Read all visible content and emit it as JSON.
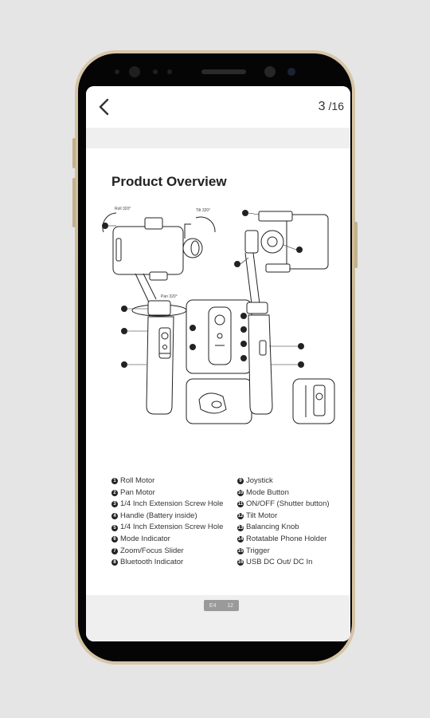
{
  "viewer": {
    "current_page": "3",
    "total_pages": "/16"
  },
  "document": {
    "title": "Product Overview",
    "diagram_labels": {
      "roll": "Roll 320°",
      "tilt": "Tilt 320°",
      "pan": "Pan 320°"
    },
    "legend_left": [
      {
        "num": "1",
        "label": "Roll Motor"
      },
      {
        "num": "2",
        "label": "Pan Motor"
      },
      {
        "num": "3",
        "label": "1/4 Inch Extension Screw Hole"
      },
      {
        "num": "4",
        "label": "Handle (Battery inside)"
      },
      {
        "num": "5",
        "label": "1/4 Inch Extension Screw Hole"
      },
      {
        "num": "6",
        "label": "Mode Indicator"
      },
      {
        "num": "7",
        "label": "Zoom/Focus Slider"
      },
      {
        "num": "8",
        "label": "Bluetooth Indicator"
      }
    ],
    "legend_right": [
      {
        "num": "9",
        "label": "Joystick"
      },
      {
        "num": "10",
        "label": "Mode Button"
      },
      {
        "num": "11",
        "label": "ON/OFF (Shutter button)"
      },
      {
        "num": "12",
        "label": "Tilt Motor"
      },
      {
        "num": "13",
        "label": "Balancing Knob"
      },
      {
        "num": "14",
        "label": "Rotatable Phone Holder"
      },
      {
        "num": "15",
        "label": "Trigger"
      },
      {
        "num": "16",
        "label": "USB DC Out/ DC In"
      }
    ],
    "page_chip": [
      "E4",
      "12"
    ]
  }
}
